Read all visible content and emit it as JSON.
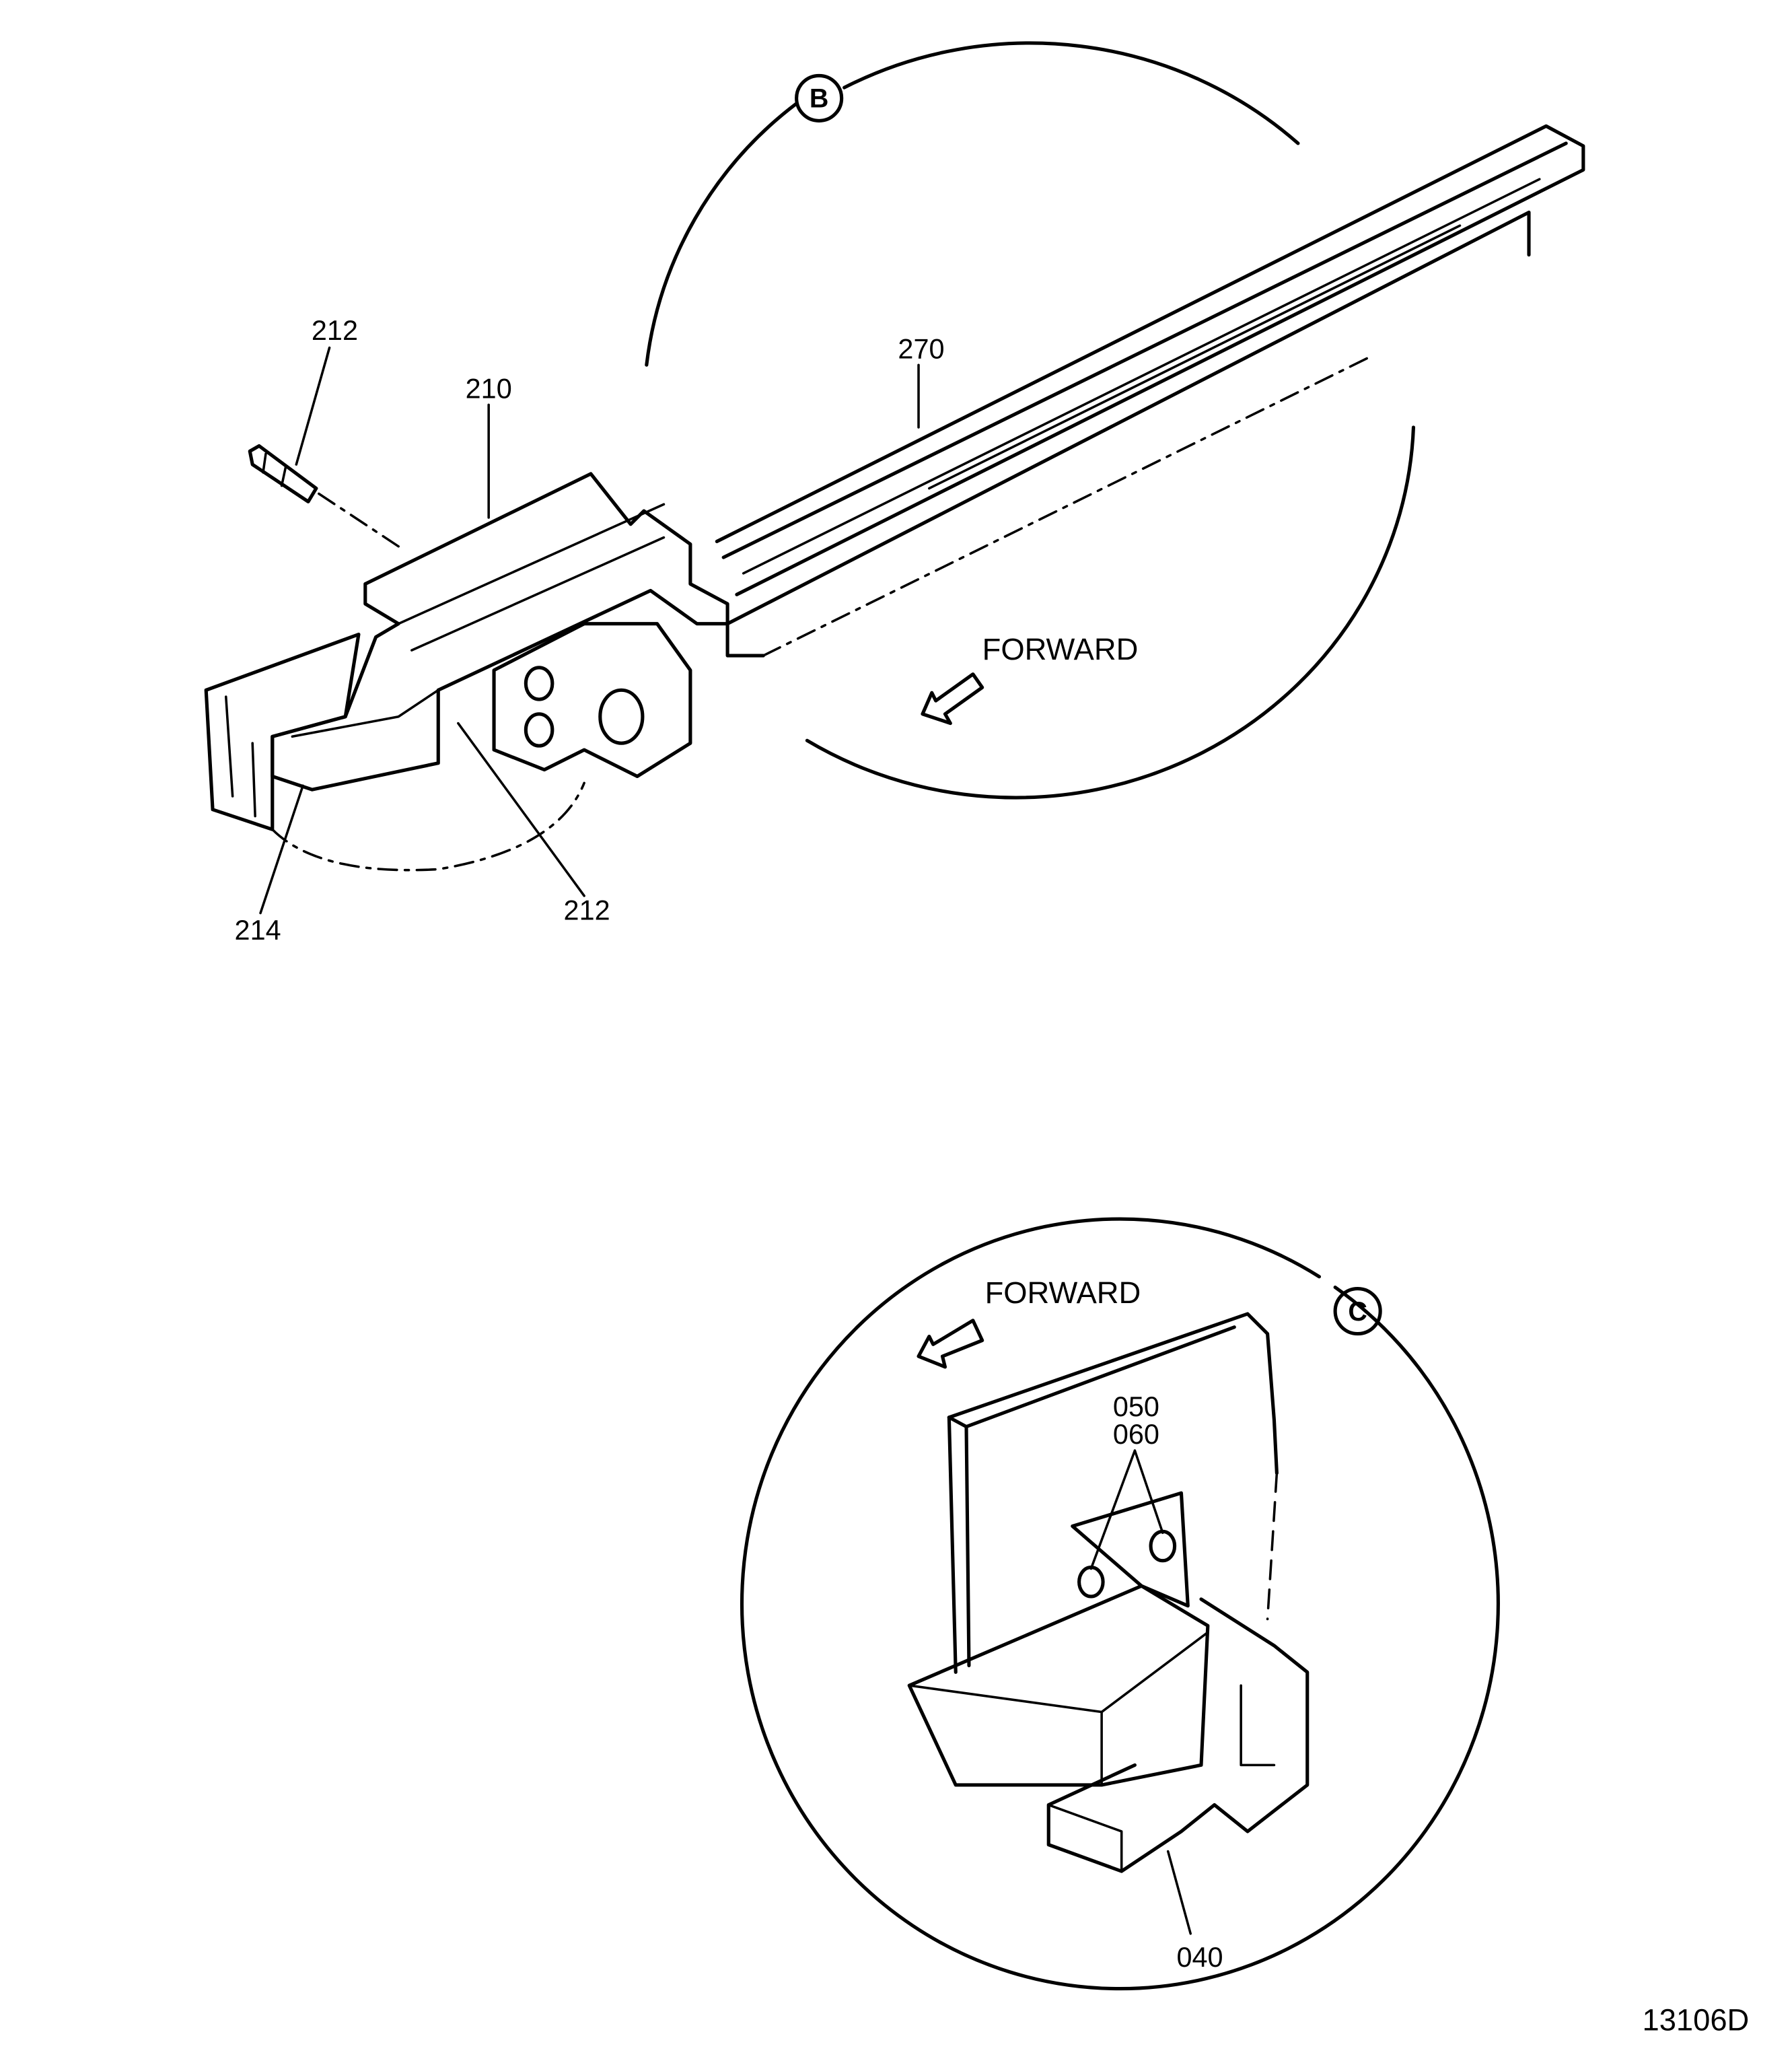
{
  "figure_id": "13106D",
  "detail_b": {
    "marker": "B",
    "direction_label": "FORWARD",
    "callouts": [
      "212",
      "210",
      "270",
      "212",
      "214"
    ]
  },
  "detail_c": {
    "marker": "C",
    "direction_label": "FORWARD",
    "callouts": [
      "050",
      "060",
      "040"
    ]
  }
}
